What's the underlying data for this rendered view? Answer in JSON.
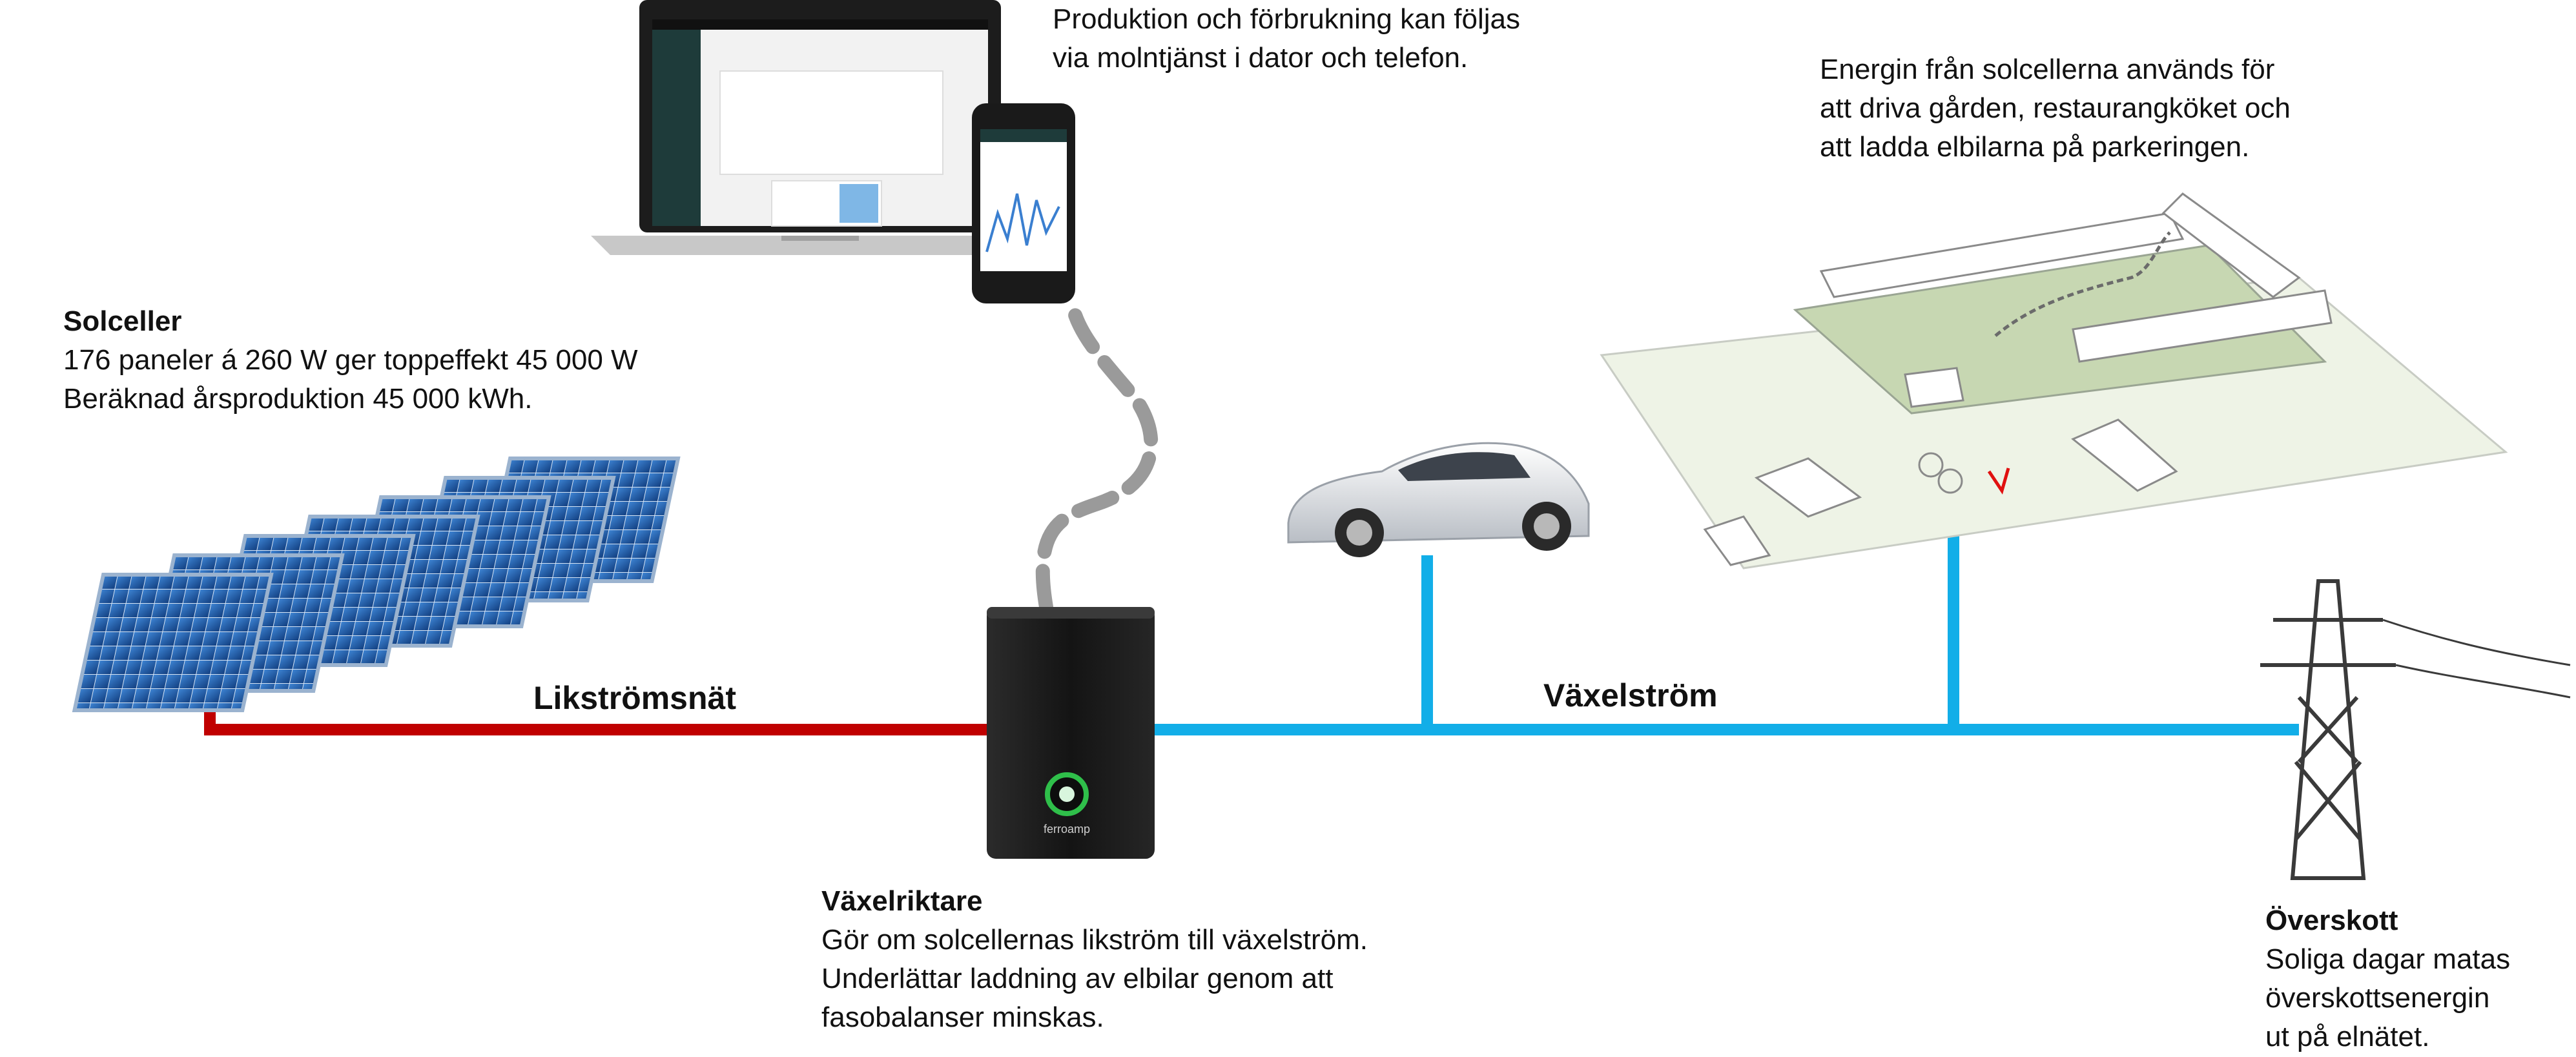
{
  "colors": {
    "dc_line": "#c00000",
    "ac_line": "#12aee8",
    "cloud_link": "#9a9a9a",
    "panel_cell": "#1f5fb0",
    "inverter_body": "#1a1a1a",
    "inverter_led": "#2fbf4a"
  },
  "blocks": {
    "solar": {
      "title": "Solceller",
      "lines": [
        "176 paneler á 260 W ger toppeffekt 45 000 W",
        "Beräknad årsproduktion 45 000 kWh."
      ]
    },
    "cloud": {
      "lines": [
        "Produktion och förbrukning kan följas",
        "via molntjänst i dator och telefon."
      ]
    },
    "farm": {
      "lines": [
        "Energin från solcellerna används för",
        "att driva gården, restaurangköket och",
        "att ladda elbilarna på parkeringen."
      ]
    },
    "inverter": {
      "title": "Växelriktare",
      "lines": [
        "Gör om solcellernas likström till växelström.",
        "Underlättar laddning av elbilar genom att",
        "fasobalanser minskas."
      ]
    },
    "surplus": {
      "title": "Överskott",
      "lines": [
        "Soliga dagar matas",
        "överskottsenergin",
        "ut på elnätet."
      ]
    }
  },
  "wires": {
    "dc_label": "Likströmsnät",
    "ac_label": "Växelström"
  },
  "inverter_brand": "ferroamp",
  "icons": {
    "solar": "solar-panels-icon",
    "inverter": "inverter-icon",
    "laptop": "laptop-icon",
    "phone": "smartphone-icon",
    "car": "electric-car-icon",
    "farm": "farm-site-plan-icon",
    "pylon": "power-pylon-icon"
  }
}
